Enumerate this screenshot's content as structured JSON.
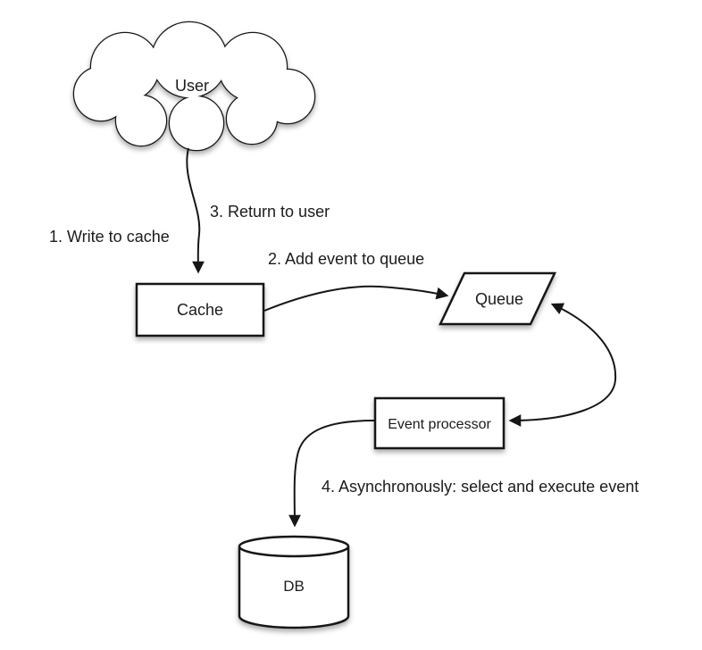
{
  "diagram": {
    "background": "#ffffff",
    "stroke_color": "#161616",
    "text_color": "#1b1b1b",
    "nodes": {
      "user": {
        "label": "User",
        "shape": "cloud"
      },
      "cache": {
        "label": "Cache",
        "shape": "rectangle"
      },
      "queue": {
        "label": "Queue",
        "shape": "parallelogram"
      },
      "event_processor": {
        "label": "Event processor",
        "shape": "rectangle"
      },
      "db": {
        "label": "DB",
        "shape": "cylinder"
      }
    },
    "step_labels": {
      "step1": "1. Write to cache",
      "step2": "2. Add event to queue",
      "step3": "3. Return to user",
      "step4": "4. Asynchronously: select and execute event"
    },
    "edges": [
      {
        "from": "user",
        "to": "cache",
        "arrowheads": "end",
        "label_refs": [
          "step1",
          "step3"
        ]
      },
      {
        "from": "cache",
        "to": "queue",
        "arrowheads": "end",
        "label_refs": [
          "step2"
        ]
      },
      {
        "from": "queue",
        "to": "event_processor",
        "arrowheads": "both",
        "label_refs": []
      },
      {
        "from": "event_processor",
        "to": "db",
        "arrowheads": "end",
        "label_refs": [
          "step4"
        ]
      }
    ]
  }
}
